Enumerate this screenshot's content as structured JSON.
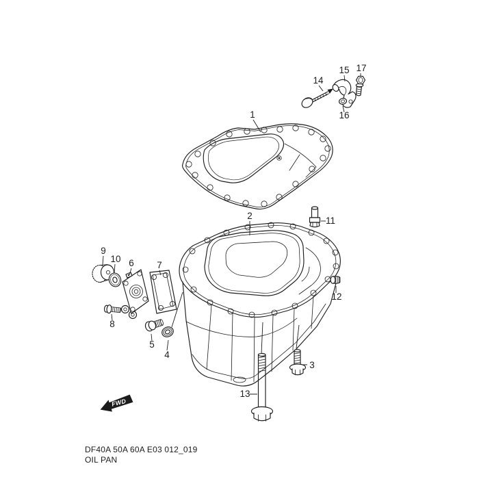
{
  "page": {
    "background": "#ffffff",
    "line_color": "#1c1c1c",
    "footer": {
      "code": "DF40A 50A 60A E03 012_019",
      "title": "OIL PAN"
    },
    "fwd_marker": {
      "label": "FWD"
    }
  },
  "diagram": {
    "callouts": [
      {
        "num": "1"
      },
      {
        "num": "2"
      },
      {
        "num": "3"
      },
      {
        "num": "4"
      },
      {
        "num": "5"
      },
      {
        "num": "6"
      },
      {
        "num": "7"
      },
      {
        "num": "8"
      },
      {
        "num": "9"
      },
      {
        "num": "10"
      },
      {
        "num": "11"
      },
      {
        "num": "12"
      },
      {
        "num": "13"
      },
      {
        "num": "14"
      },
      {
        "num": "15"
      },
      {
        "num": "16"
      },
      {
        "num": "17"
      }
    ]
  }
}
